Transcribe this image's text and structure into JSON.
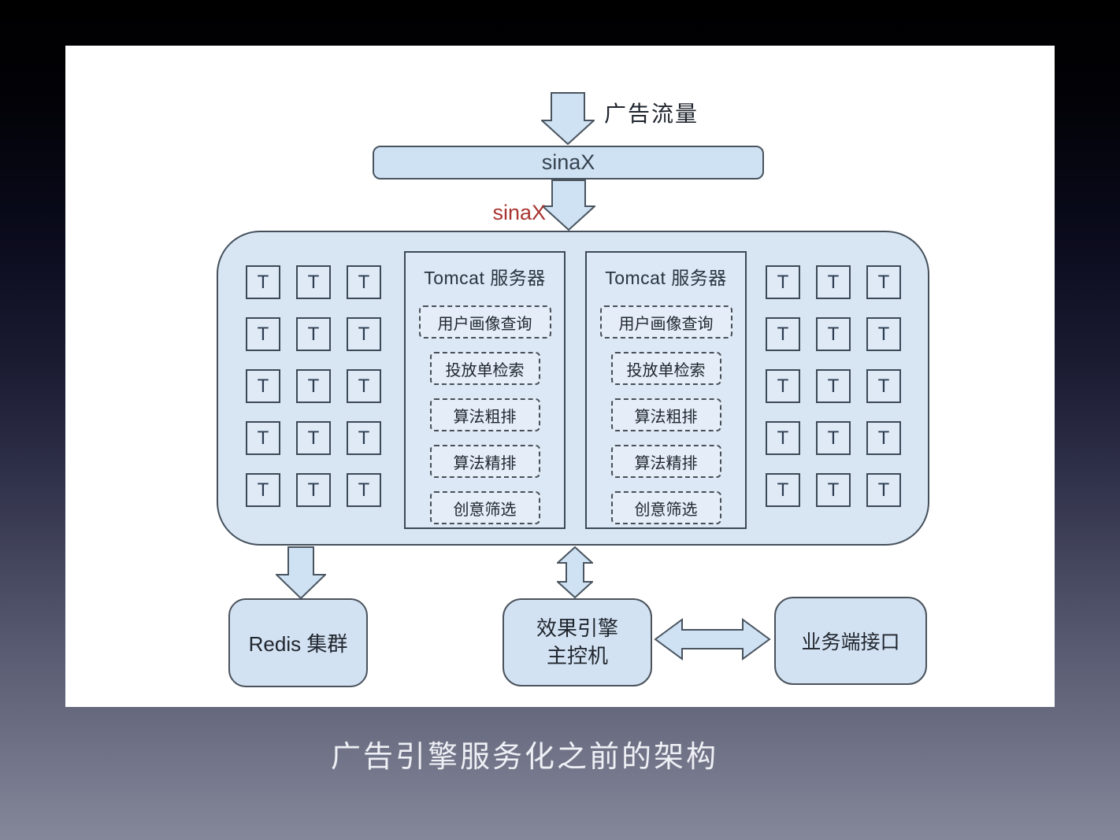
{
  "slide": {
    "caption": "广告引擎服务化之前的架构"
  },
  "diagram": {
    "traffic_label": "广告流量",
    "gateway_label": "sinaX",
    "gateway_arrow_label": "sinaX",
    "cluster": {
      "t_grid": {
        "rows": 5,
        "cols": 3,
        "label": "T"
      },
      "tomcat_servers": [
        {
          "title": "Tomcat 服务器",
          "modules": [
            "用户画像查询",
            "投放单检索",
            "算法粗排",
            "算法精排",
            "创意筛选"
          ]
        },
        {
          "title": "Tomcat 服务器",
          "modules": [
            "用户画像查询",
            "投放单检索",
            "算法粗排",
            "算法精排",
            "创意筛选"
          ]
        }
      ]
    },
    "redis_label": "Redis 集群",
    "engine_controller_line1": "效果引擎",
    "engine_controller_line2": "主控机",
    "business_api_label": "业务端接口"
  },
  "colors": {
    "box_fill": "#d8e5f3",
    "arrow_fill": "#cfe2f3",
    "border_dark": "#45505c",
    "accent_red": "#a93531",
    "text_dark": "#20262e",
    "caption_color": "#eef0f5"
  }
}
